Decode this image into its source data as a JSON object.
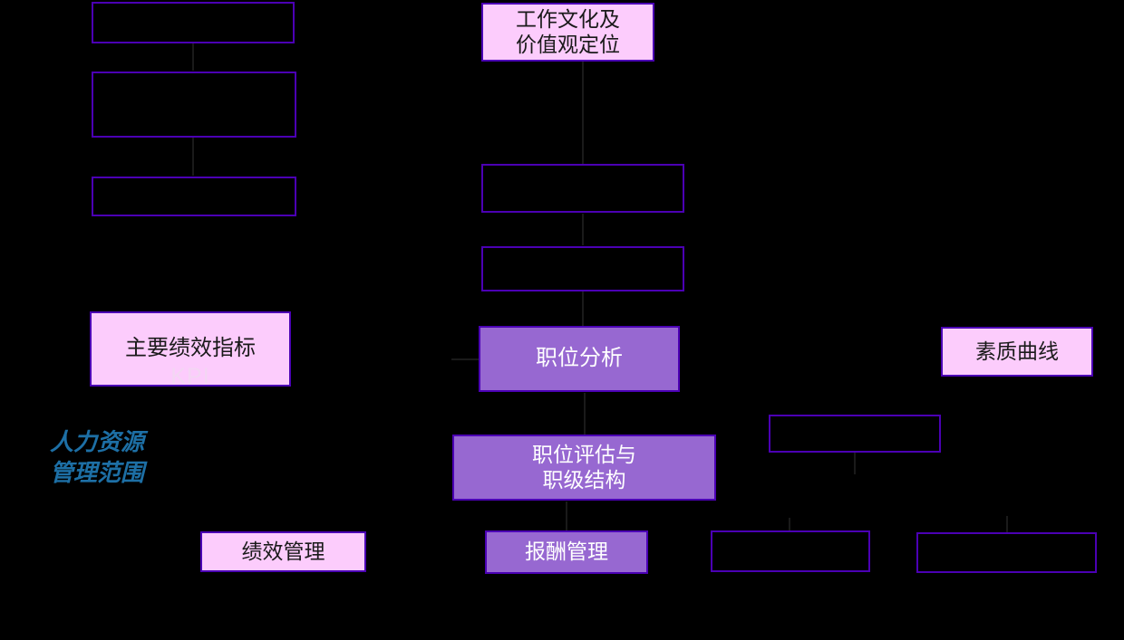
{
  "diagram": {
    "title": "人力资源管理范围",
    "background": "#000000",
    "colors": {
      "box_border": "#4B00B4",
      "fill_pink": "#FCCCFC",
      "fill_purple": "#9768D1",
      "text_dark": "#1a1a1a",
      "text_light": "#FFFFFF",
      "caption_blue": "#1D6FA5",
      "connector": "#1a1a1a"
    },
    "caption": {
      "text": "人力资源\n管理范围",
      "line1": "人力资源",
      "line2": "管理范围"
    },
    "nodes": [
      {
        "id": "box-top-left",
        "label": "",
        "style": "empty"
      },
      {
        "id": "box-upper-left",
        "label": "",
        "style": "empty"
      },
      {
        "id": "box-mid-left",
        "label": "",
        "style": "empty"
      },
      {
        "id": "work-culture-values",
        "label": "工作文化及\n价值观定位",
        "style": "pink"
      },
      {
        "id": "box-center-upper",
        "label": "",
        "style": "empty"
      },
      {
        "id": "box-center-lower",
        "label": "",
        "style": "empty"
      },
      {
        "id": "kpi",
        "label": "主要绩效指标",
        "style": "pink",
        "overflow_label": "KPI"
      },
      {
        "id": "job-analysis",
        "label": "职位分析",
        "style": "purple"
      },
      {
        "id": "competency-curve",
        "label": "素质曲线",
        "style": "pink"
      },
      {
        "id": "job-eval-grade",
        "label": "职位评估与\n职级结构",
        "style": "purple"
      },
      {
        "id": "box-right-mid",
        "label": "",
        "style": "empty"
      },
      {
        "id": "performance-mgmt",
        "label": "绩效管理",
        "style": "pink"
      },
      {
        "id": "compensation-mgmt",
        "label": "报酬管理",
        "style": "purple"
      },
      {
        "id": "box-bottom-right-1",
        "label": "",
        "style": "empty"
      },
      {
        "id": "box-bottom-right-2",
        "label": "",
        "style": "empty"
      }
    ]
  }
}
